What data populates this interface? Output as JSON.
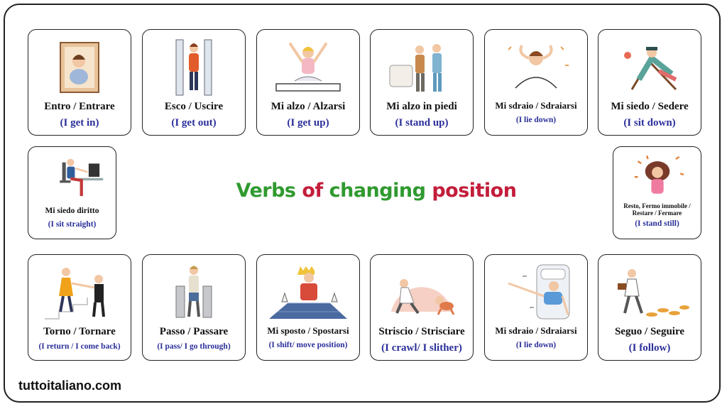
{
  "title": {
    "part1": "Verbs ",
    "part2": "of ",
    "part3": "changing ",
    "part4": "position",
    "colors": {
      "green": "#2f9a2f",
      "red": "#c31d3b"
    }
  },
  "footer": {
    "site": "tuttoitaliano.com"
  },
  "cards": [
    {
      "it": "Entro / Entrare",
      "en": "(I get in)",
      "icon": "person-in-box-icon"
    },
    {
      "it": "Esco / Uscire",
      "en": "(I get out)",
      "icon": "person-leaving-door-icon"
    },
    {
      "it": "Mi alzo / Alzarsi",
      "en": "(I get up)",
      "icon": "person-stretching-on-bed-icon"
    },
    {
      "it": "Mi alzo in piedi",
      "en": "(I stand up)",
      "icon": "elderly-helped-stand-icon"
    },
    {
      "it": "Mi sdraio / Sdraiarsi",
      "en": "(I lie down)",
      "icon": "man-lying-relaxed-icon"
    },
    {
      "it": "Mi siedo / Sedere",
      "en": "(I sit down)",
      "icon": "man-in-deckchair-icon"
    },
    {
      "it": "Mi siedo diritto",
      "en": "(I sit straight)",
      "icon": "sitting-at-desk-icon"
    },
    {
      "it": "Resto, Fermo immobile / Restare / Fermare",
      "en": "(I stand still)",
      "icon": "girl-standing-still-icon"
    },
    {
      "it": "Torno / Tornare",
      "en": "(I return / I come back)",
      "icon": "people-on-stairs-icon"
    },
    {
      "it": "Passo / Passare",
      "en": "(I pass/ I go through)",
      "icon": "turnstile-icon"
    },
    {
      "it": "Mi sposto / Spostarsi",
      "en": "(I shift/ move position)",
      "icon": "chess-king-icon"
    },
    {
      "it": "Striscio / Strisciare",
      "en": "(I crawl/ I slither)",
      "icon": "crawling-baby-icon"
    },
    {
      "it": "Mi sdraio / Sdraiarsi",
      "en": "(I lie down)",
      "icon": "person-lying-in-bed-icon"
    },
    {
      "it": "Seguo / Seguire",
      "en": "(I follow)",
      "icon": "following-footprints-icon"
    }
  ]
}
